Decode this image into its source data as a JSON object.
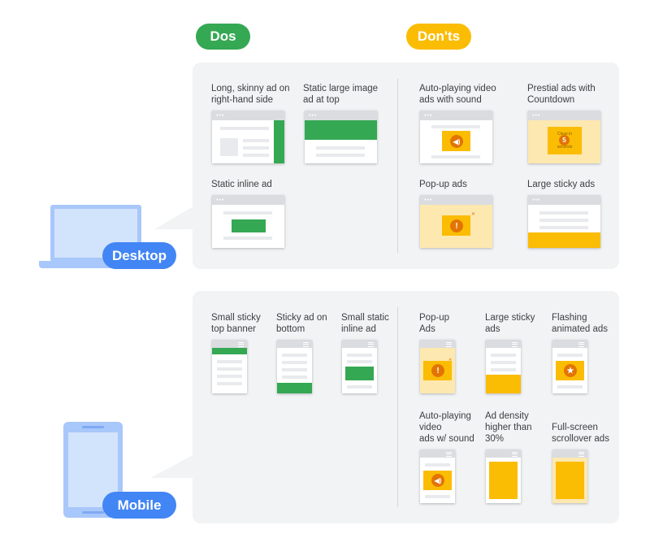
{
  "headers": {
    "dos": "Dos",
    "donts": "Don'ts"
  },
  "devices": {
    "desktop": "Desktop",
    "mobile": "Mobile"
  },
  "desktop": {
    "dos": [
      "Long, skinny ad on\nright-hand side",
      "Static large image\nad at top",
      "Static inline ad"
    ],
    "donts": [
      "Auto-playing video\nads with sound",
      "Prestial ads with\nCountdown",
      "Pop-up ads",
      "Large sticky ads"
    ],
    "countdown_text": "Close in\nseconds",
    "countdown_number": "5"
  },
  "mobile": {
    "dos": [
      "Small sticky\ntop banner",
      "Sticky ad on\nbottom",
      "Small static\ninline ad"
    ],
    "donts": [
      "Pop-up\nAds",
      "Large sticky\nads",
      "Flashing\nanimated ads",
      "Auto-playing\nvideo\nads w/ sound",
      "Ad density\nhigher than\n30%",
      "Full-screen\nscrollover ads"
    ]
  },
  "colors": {
    "green": "#34a853",
    "yellow": "#fbbc04",
    "blue": "#4285f4",
    "panel": "#f1f3f4"
  },
  "icons": [
    "sound-icon",
    "alert-icon",
    "star-icon",
    "laptop-icon",
    "phone-icon"
  ]
}
